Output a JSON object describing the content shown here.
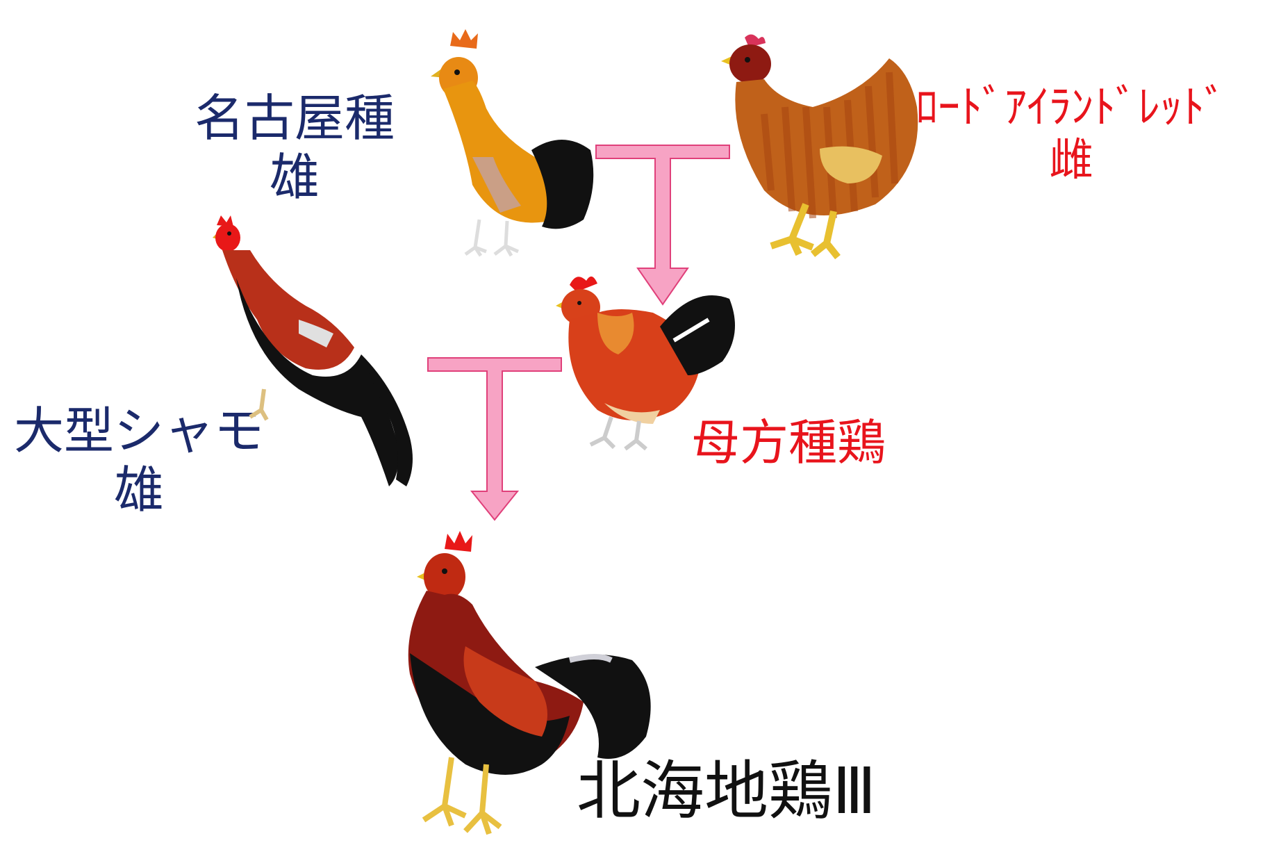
{
  "labels": {
    "nagoya": [
      "名古屋種",
      "雄"
    ],
    "rir": [
      "ﾛｰﾄﾞｱｲﾗﾝﾄﾞﾚｯﾄﾞ",
      "雌"
    ],
    "shamo": [
      "大型シャモ",
      "雄"
    ],
    "maternal": "母方種鶏",
    "result": "北海地鶏Ⅲ"
  },
  "colors": {
    "sire_label": "#1b2a6b",
    "dam_label": "#e8141c",
    "arrow_fill": "#f7a3c4",
    "arrow_stroke": "#e0407a"
  }
}
